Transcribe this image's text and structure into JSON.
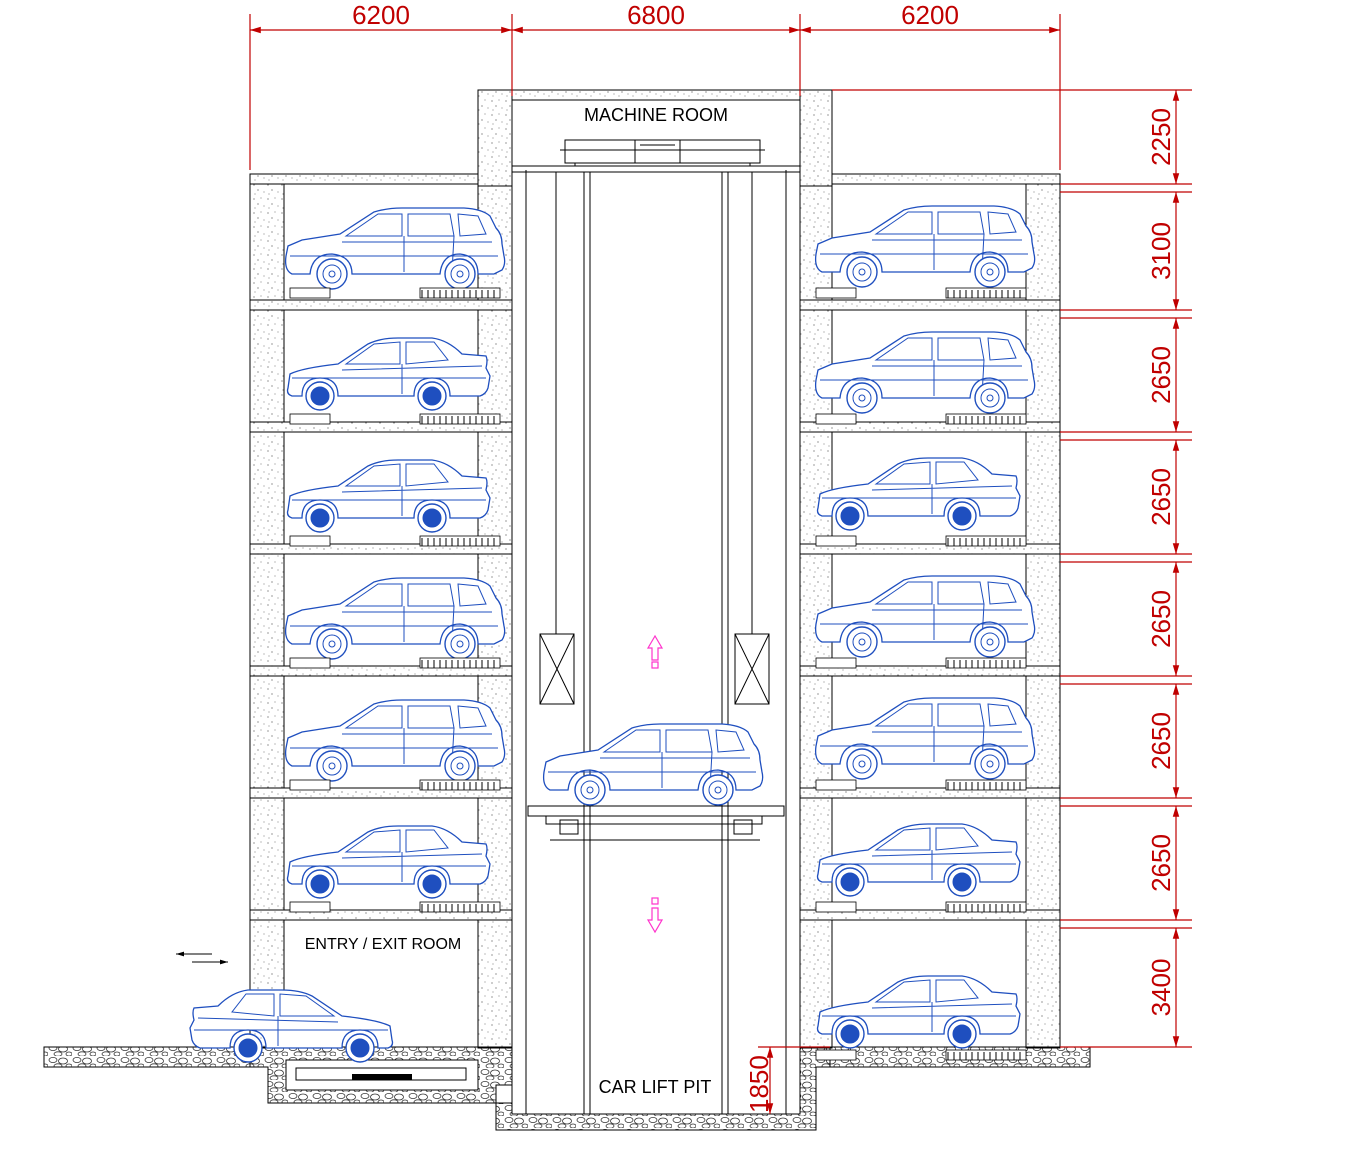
{
  "dimensions_top": [
    {
      "label": "6200"
    },
    {
      "label": "6800"
    },
    {
      "label": "6200"
    }
  ],
  "dimensions_right": [
    {
      "label": "2250"
    },
    {
      "label": "3100"
    },
    {
      "label": "2650"
    },
    {
      "label": "2650"
    },
    {
      "label": "2650"
    },
    {
      "label": "2650"
    },
    {
      "label": "2650"
    },
    {
      "label": "3400"
    }
  ],
  "pit_depth": {
    "label": "1850"
  },
  "rooms": {
    "machine_room": "MACHINE ROOM",
    "entry_exit_room": "ENTRY / EXIT ROOM",
    "car_lift_pit": "CAR LIFT PIT"
  },
  "bays": {
    "left": [
      "suv",
      "sedan",
      "sedan",
      "suv",
      "suv",
      "sedan"
    ],
    "right": [
      "suv",
      "suv",
      "sedan",
      "suv",
      "suv",
      "sedan",
      "sedan"
    ]
  },
  "colors": {
    "dimension": "#c00000",
    "car_outline": "#1f4fbf",
    "lift_arrow": "#ff33cc",
    "structure": "#000000"
  }
}
